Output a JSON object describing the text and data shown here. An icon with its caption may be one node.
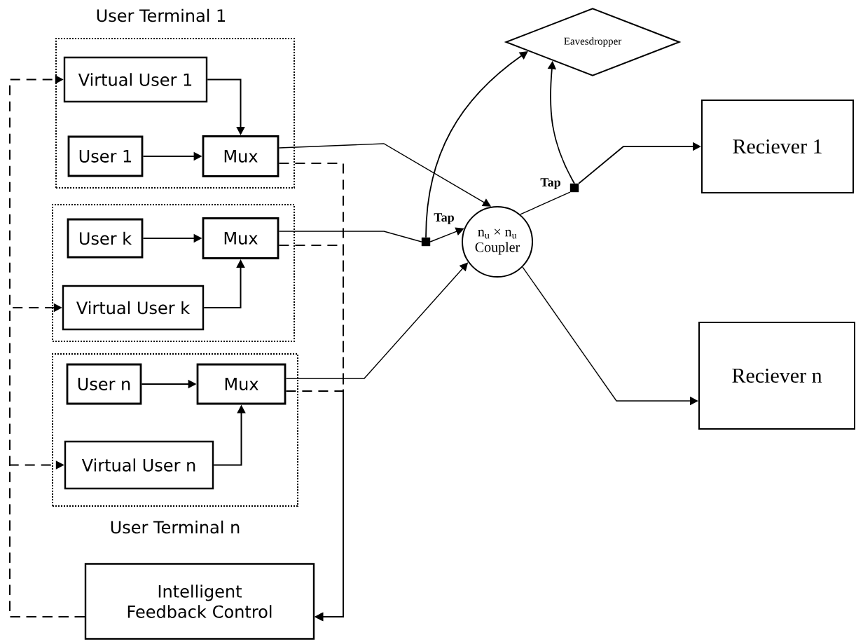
{
  "diagram": {
    "nodes": [
      {
        "text": [
          "User Terminal 1"
        ]
      },
      {
        "text": [
          "Virtual User 1"
        ],
        "in": 0
      },
      {
        "text": [
          "User 1"
        ],
        "in": 0
      },
      {
        "text": [
          "Mux"
        ],
        "in": 0
      },
      {
        "text": [],
        "shape": "box"
      },
      {
        "text": [
          "User k"
        ],
        "in": 4
      },
      {
        "text": [
          "Mux"
        ],
        "in": 4
      },
      {
        "text": [
          "Virtual User k"
        ],
        "in": 4
      },
      {
        "text": [
          "User Terminal n"
        ]
      },
      {
        "text": [
          "User n"
        ],
        "in": 8
      },
      {
        "text": [
          "Mux"
        ],
        "in": 8
      },
      {
        "text": [
          "Virtual User n"
        ],
        "in": 8
      },
      {
        "text": [
          "Intelligent Feedback Control"
        ]
      },
      {
        "text": [],
        "shape": "box",
        "beside": [
          "Tap"
        ]
      },
      {
        "text": [],
        "shape": "box",
        "beside": [
          "Tap"
        ]
      },
      {
        "text": [
          "n$_{u}$ × n$_{u}$",
          "Coupler"
        ]
      },
      {
        "text": [
          "Eavesdropper"
        ]
      },
      {
        "text": [
          "Reciever 1"
        ]
      },
      {
        "text": [
          "Reciever n"
        ]
      }
    ],
    "edges": [
      {
        "from": 1,
        "to": 3,
        "arrow": "to"
      },
      {
        "from": 2,
        "to": 3,
        "arrow": "to"
      },
      {
        "from": 5,
        "to": 6,
        "arrow": "to"
      },
      {
        "from": 7,
        "to": 6,
        "arrow": "to"
      },
      {
        "from": 9,
        "to": 10,
        "arrow": "to"
      },
      {
        "from": 11,
        "to": 10,
        "arrow": "to"
      },
      {
        "from": 3,
        "to": 15,
        "arrow": "to"
      },
      {
        "from": 6,
        "to": 13,
        "arrow": "none"
      },
      {
        "from": 13,
        "to": 15,
        "arrow": "to"
      },
      {
        "from": 13,
        "to": 16,
        "arrow": "to"
      },
      {
        "from": 10,
        "to": 15,
        "arrow": "to"
      },
      {
        "from": 15,
        "to": 14,
        "arrow": "none"
      },
      {
        "from": 14,
        "to": 17,
        "arrow": "to"
      },
      {
        "from": 14,
        "to": 16,
        "arrow": "to"
      },
      {
        "from": 15,
        "to": 18,
        "arrow": "to"
      },
      {
        "from": 3,
        "to": 12,
        "arrow": "to",
        "style": "dashed"
      },
      {
        "from": 6,
        "to": 12,
        "arrow": "to",
        "style": "dashed"
      },
      {
        "from": 10,
        "to": 12,
        "arrow": "to",
        "style": "dashed"
      },
      {
        "from": 12,
        "to": 1,
        "arrow": "to",
        "style": "dashed"
      },
      {
        "from": 12,
        "to": 7,
        "arrow": "to",
        "style": "dashed"
      },
      {
        "from": 12,
        "to": 11,
        "arrow": "to",
        "style": "dashed"
      }
    ]
  }
}
